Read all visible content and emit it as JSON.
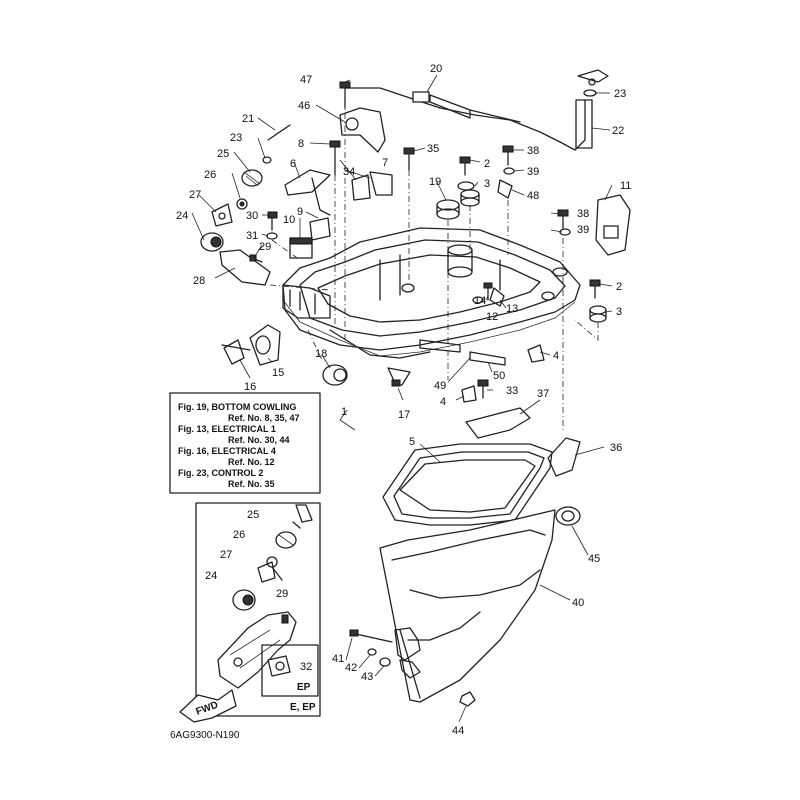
{
  "callouts": {
    "c1": "1",
    "c2a": "2",
    "c2b": "2",
    "c3a": "3",
    "c3b": "3",
    "c4a": "4",
    "c4b": "4",
    "c5": "5",
    "c6": "6",
    "c7": "7",
    "c8": "8",
    "c9": "9",
    "c10": "10",
    "c11": "11",
    "c12": "12",
    "c13": "13",
    "c14": "14",
    "c15": "15",
    "c16": "16",
    "c17": "17",
    "c18": "18",
    "c19": "19",
    "c20": "20",
    "c21": "21",
    "c22": "22",
    "c23a": "23",
    "c23b": "23",
    "c24a": "24",
    "c24b": "24",
    "c25a": "25",
    "c25b": "25",
    "c26a": "26",
    "c26b": "26",
    "c27a": "27",
    "c27b": "27",
    "c28": "28",
    "c29a": "29",
    "c29b": "29",
    "c30": "30",
    "c31": "31",
    "c32": "32",
    "c33": "33",
    "c34": "34",
    "c35": "35",
    "c36": "36",
    "c37": "37",
    "c38a": "38",
    "c38b": "38",
    "c39a": "39",
    "c39b": "39",
    "c40": "40",
    "c41": "41",
    "c42": "42",
    "c43": "43",
    "c44": "44",
    "c45": "45",
    "c46": "46",
    "c47": "47",
    "c48": "48",
    "c49": "49",
    "c50": "50"
  },
  "reference_box": {
    "lines": [
      "Fig. 19, BOTTOM COWLING",
      "Ref. No. 8, 35, 47",
      "Fig. 13, ELECTRICAL 1",
      "Ref. No. 30, 44",
      "Fig. 16, ELECTRICAL 4",
      "Ref. No. 12",
      "Fig. 23, CONTROL 2",
      "Ref. No. 35"
    ]
  },
  "inset": {
    "variant_label": "E, EP",
    "sub_label": "EP"
  },
  "fwd_label": "FWD",
  "diagram_code": "6AG9300-N190"
}
